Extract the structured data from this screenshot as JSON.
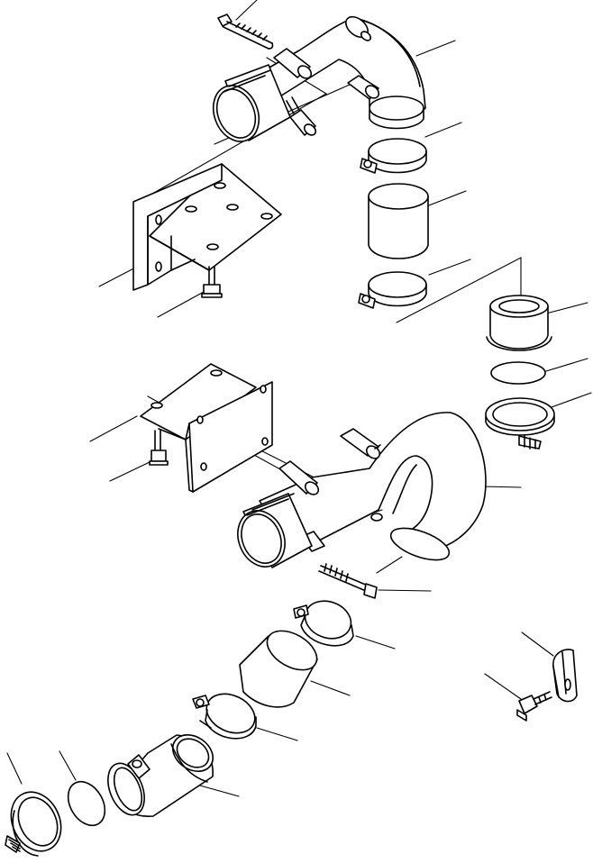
{
  "diagram": {
    "kind": "exploded parts drawing",
    "line_color": "#000000",
    "background": "#ffffff",
    "parts": [
      "upper-bolt",
      "upper-elbow-pipe",
      "upper-hose-clamp-top",
      "upper-hose-sleeve",
      "upper-hose-clamp-bottom",
      "upper-bracket",
      "upper-bracket-bolt",
      "right-adapter-flange",
      "right-gasket",
      "right-v-clamp",
      "lower-bracket",
      "lower-bracket-bolt",
      "lower-elbow-pipe",
      "lower-bolt",
      "lower-hose-clamp-top",
      "lower-hose-sleeve",
      "lower-hose-clamp-bottom",
      "bottom-elbow-adapter",
      "bottom-gasket",
      "bottom-v-clamp",
      "clip",
      "clip-bolt"
    ]
  }
}
